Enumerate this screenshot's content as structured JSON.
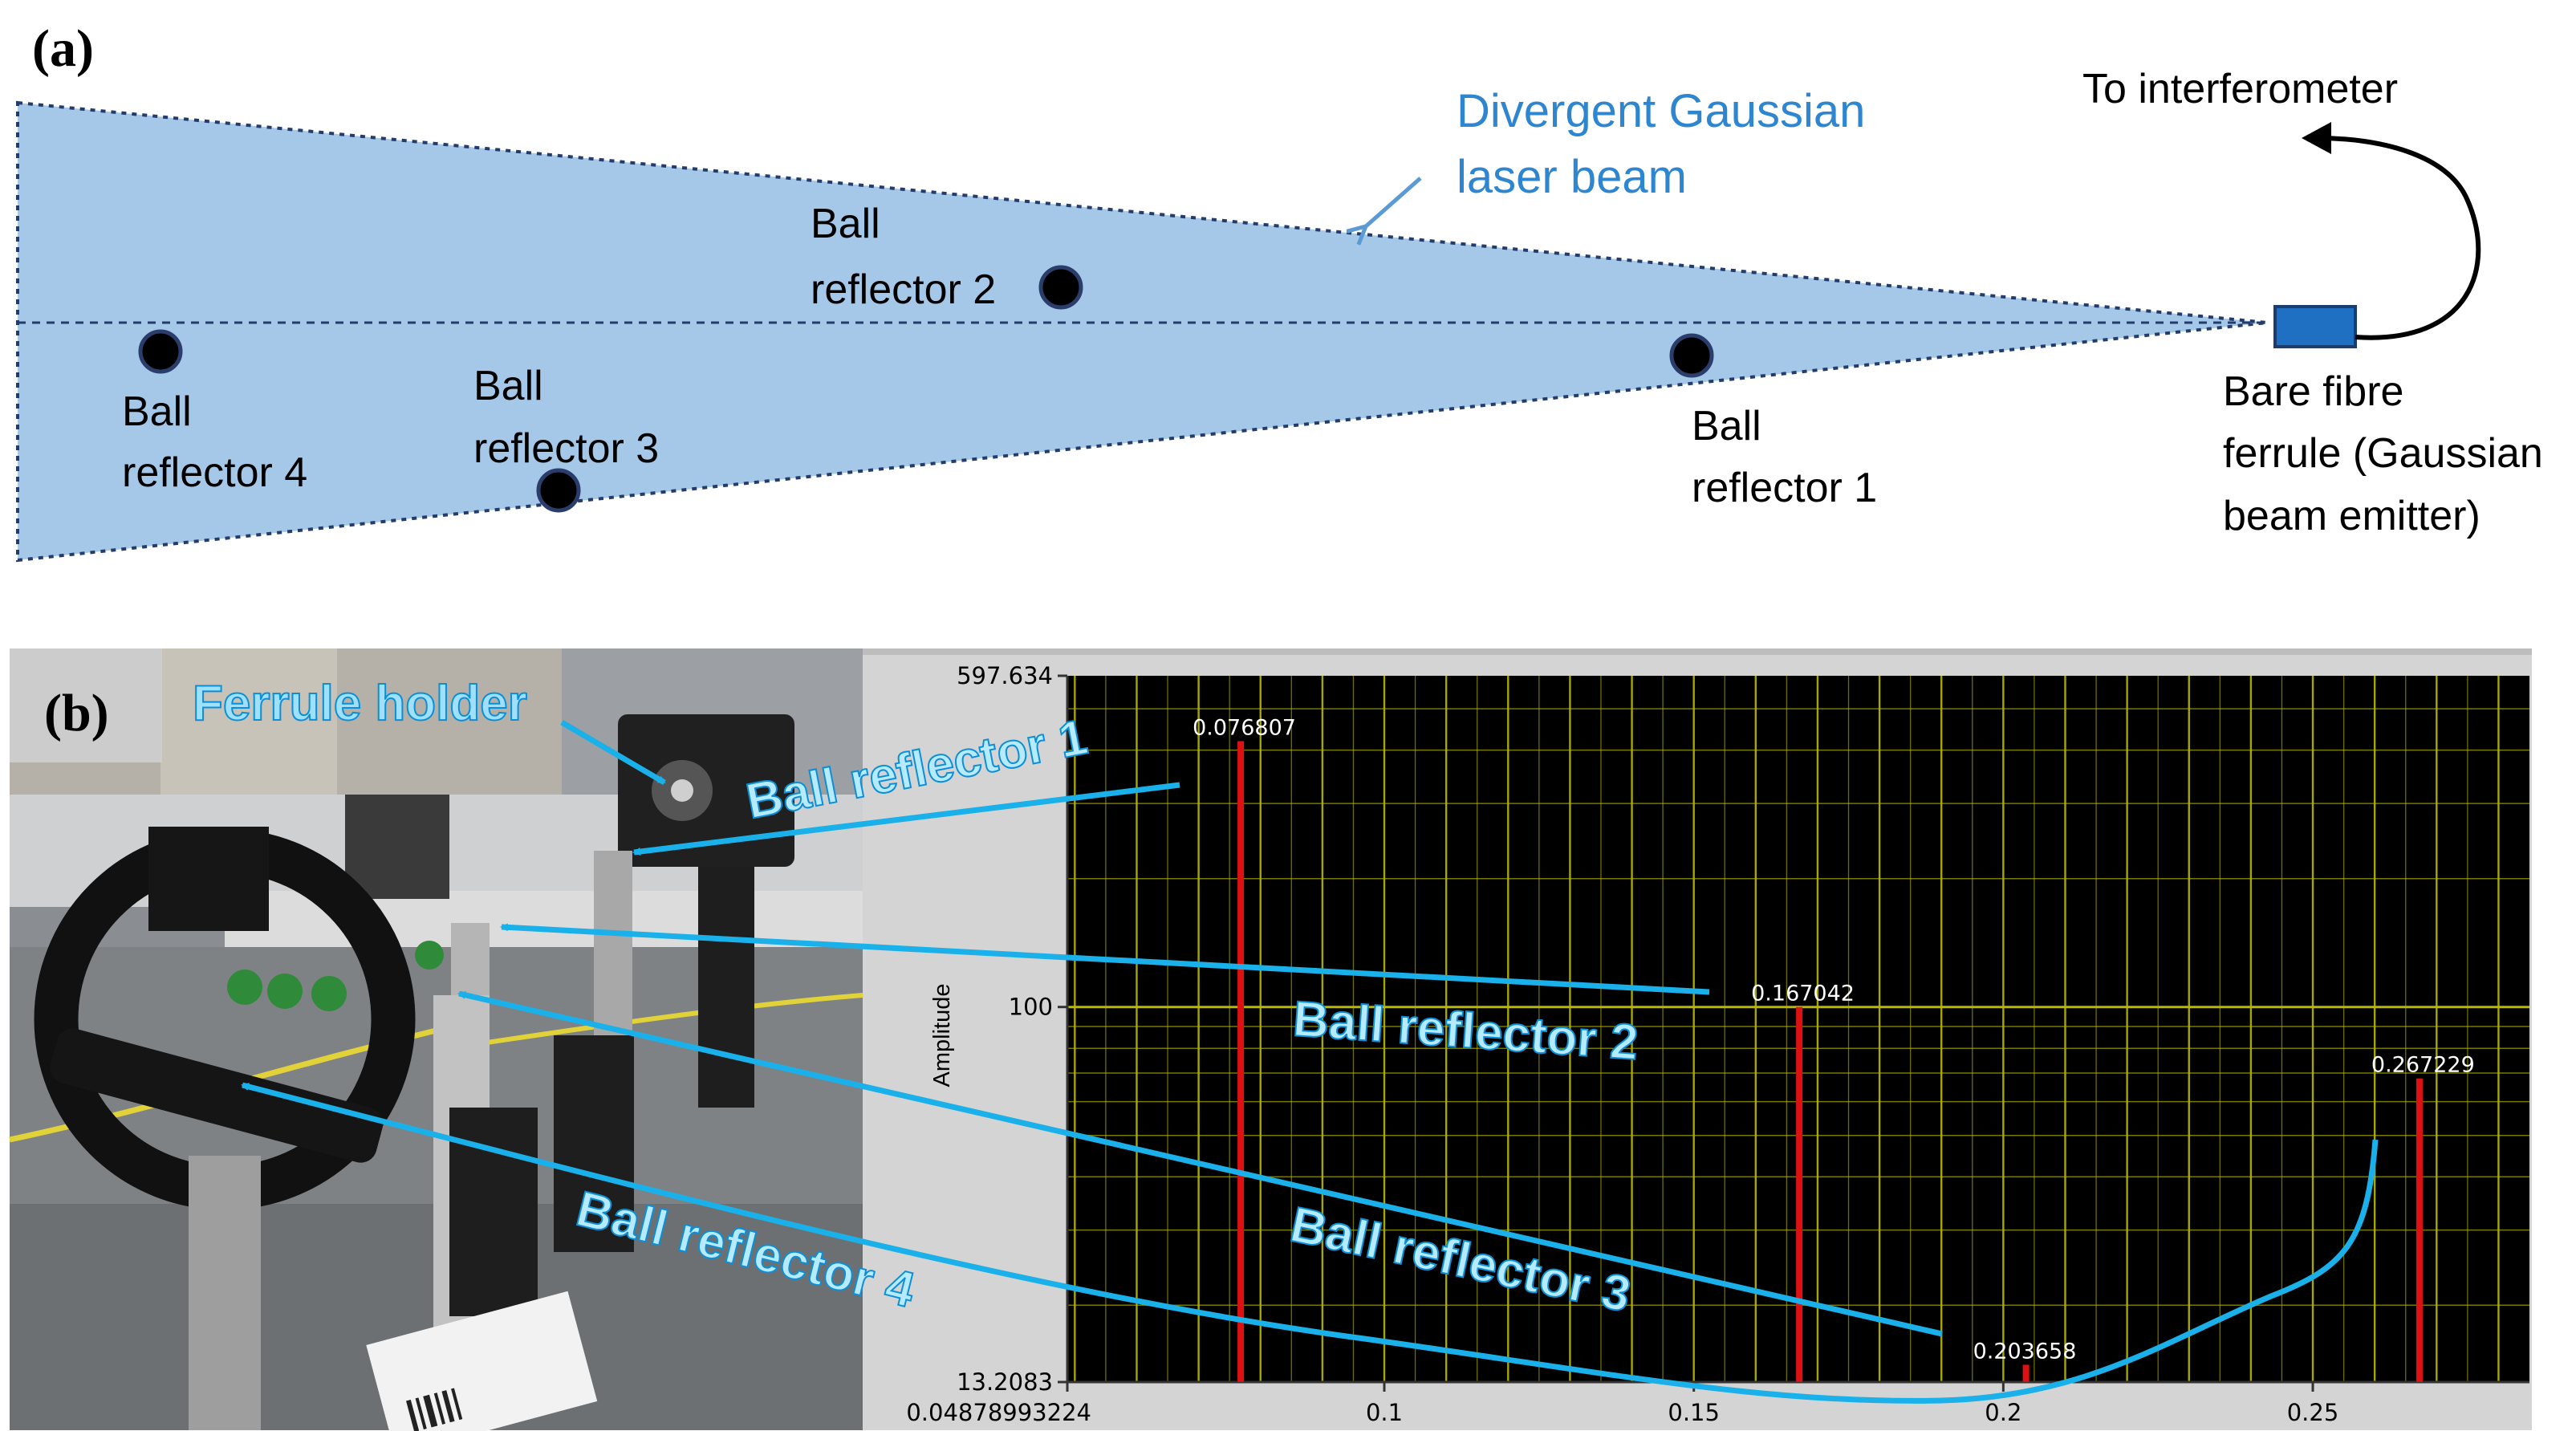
{
  "panel_a": {
    "label": "(a)",
    "beam_label_line1": "Divergent Gaussian",
    "beam_label_line2": "laser beam",
    "to_interferometer": "To interferometer",
    "emitter_line1": "Bare fibre",
    "emitter_line2": "ferrule (Gaussian",
    "emitter_line3": "beam emitter)",
    "reflectors": [
      {
        "line1": "Ball",
        "line2": "reflector 1"
      },
      {
        "line1": "Ball",
        "line2": "reflector 2"
      },
      {
        "line1": "Ball",
        "line2": "reflector 3"
      },
      {
        "line1": "Ball",
        "line2": "reflector 4"
      }
    ],
    "colors": {
      "beam_fill": "#a6c8e8",
      "beam_text": "#2e86d0",
      "emitter": "#1f6fc2"
    }
  },
  "panel_b": {
    "label": "(b)",
    "ferrule_holder": "Ferrule holder",
    "callouts": [
      "Ball reflector 1",
      "Ball reflector 2",
      "Ball reflector 3",
      "Ball reflector 4"
    ],
    "callout_color": "#1ab0ea"
  },
  "chart_data": {
    "type": "bar",
    "ylabel": "Amplitude",
    "y_scale": "log",
    "ylim": [
      13.2083,
      597.634
    ],
    "xlim": [
      0.04878993224,
      0.285
    ],
    "x_tick_labels": [
      "0.04878993224",
      "0.1",
      "0.15",
      "0.2",
      "0.25"
    ],
    "y_tick_labels": [
      "597.634",
      "100",
      "13.2083"
    ],
    "grid": true,
    "peaks": [
      {
        "x": 0.076807,
        "y": 420,
        "label": "0.076807"
      },
      {
        "x": 0.167042,
        "y": 100,
        "label": "0.167042"
      },
      {
        "x": 0.203658,
        "y": 14.5,
        "label": "0.203658"
      },
      {
        "x": 0.267229,
        "y": 68,
        "label": "0.267229"
      }
    ],
    "colors": {
      "background": "#000000",
      "grid": "#b8b800",
      "bars": "#dd1111",
      "labels": "#ffffff"
    }
  }
}
